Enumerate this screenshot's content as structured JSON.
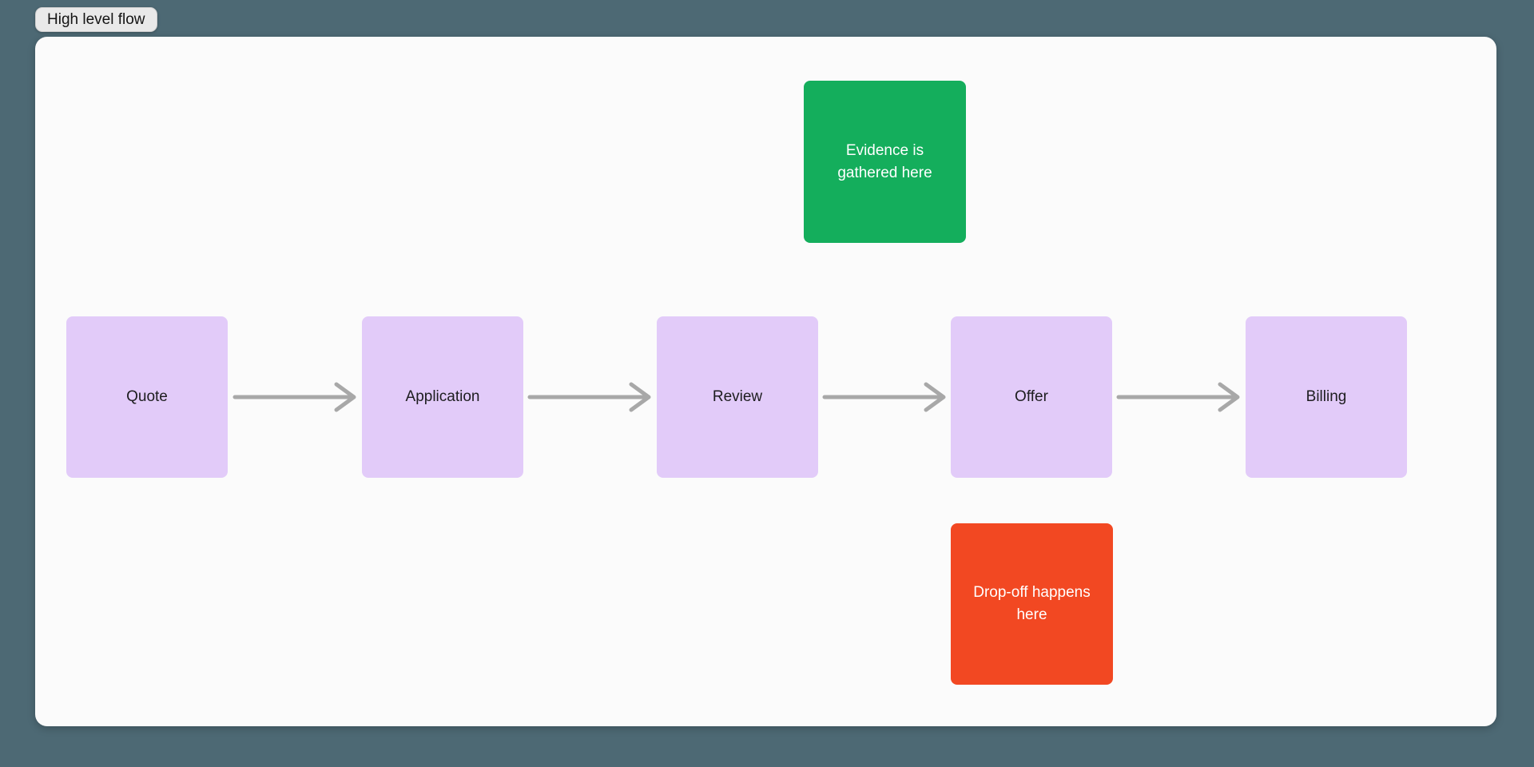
{
  "canvas": {
    "background_color": "#4d6974"
  },
  "frame": {
    "label": "High level flow",
    "background_color": "#fbfbfb"
  },
  "flow": {
    "nodes": [
      {
        "label": "Quote",
        "fill": "#e2cbf9",
        "text_color": "#1d1d1f"
      },
      {
        "label": "Application",
        "fill": "#e2cbf9",
        "text_color": "#1d1d1f"
      },
      {
        "label": "Review",
        "fill": "#e2cbf9",
        "text_color": "#1d1d1f"
      },
      {
        "label": "Offer",
        "fill": "#e2cbf9",
        "text_color": "#1d1d1f"
      },
      {
        "label": "Billing",
        "fill": "#e2cbf9",
        "text_color": "#1d1d1f"
      }
    ],
    "connectors": [
      {
        "from": "Quote",
        "to": "Application"
      },
      {
        "from": "Application",
        "to": "Review"
      },
      {
        "from": "Review",
        "to": "Offer"
      },
      {
        "from": "Offer",
        "to": "Billing"
      }
    ],
    "connector_color": "#a8a8a8",
    "annotations": [
      {
        "text": "Evidence is gathered here",
        "fill": "#14ae5c",
        "text_color": "#ffffff"
      },
      {
        "text": "Drop-off happens here",
        "fill": "#f24822",
        "text_color": "#ffffff"
      }
    ]
  }
}
